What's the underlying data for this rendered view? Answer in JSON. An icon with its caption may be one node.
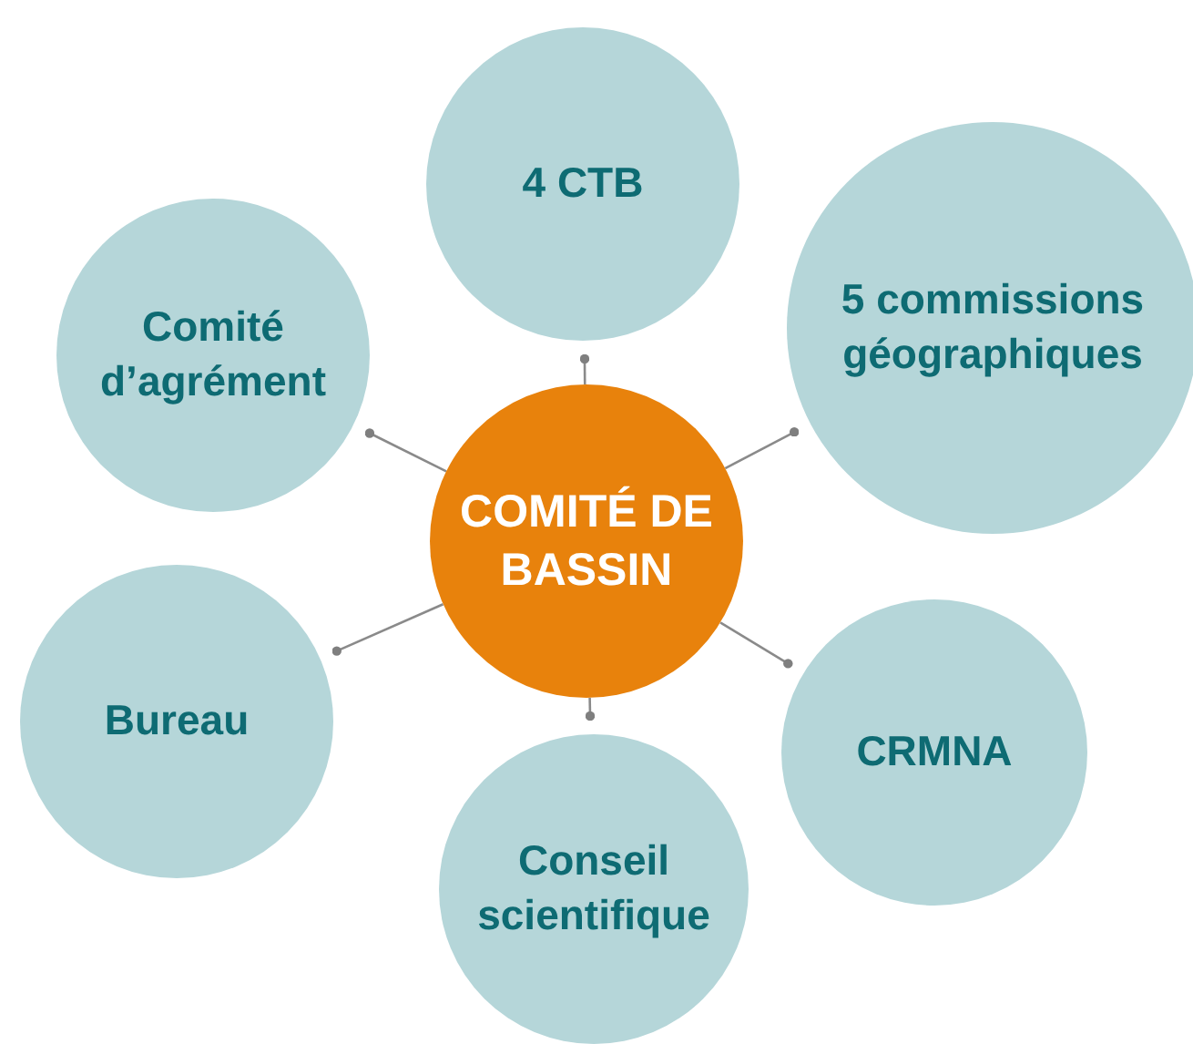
{
  "diagram": {
    "nodes": [
      {
        "text": [
          "4 CTB"
        ]
      },
      {
        "text": [
          "5 commissions géographiques"
        ]
      },
      {
        "text": [
          "Comité d’agrément"
        ]
      },
      {
        "text": [
          "COMITÉ DE BASSIN"
        ]
      },
      {
        "text": [
          "Bureau"
        ]
      },
      {
        "text": [
          "CRMNA"
        ]
      },
      {
        "text": [
          "Conseil scientifique"
        ]
      }
    ],
    "edges": [
      {
        "from": 3,
        "to": 0,
        "arrow": "other"
      },
      {
        "from": 3,
        "to": 1,
        "arrow": "other"
      },
      {
        "from": 3,
        "to": 2,
        "arrow": "other"
      },
      {
        "from": 3,
        "to": 4,
        "arrow": "other"
      },
      {
        "from": 3,
        "to": 5,
        "arrow": "other"
      },
      {
        "from": 3,
        "to": 6,
        "arrow": "other"
      }
    ]
  }
}
